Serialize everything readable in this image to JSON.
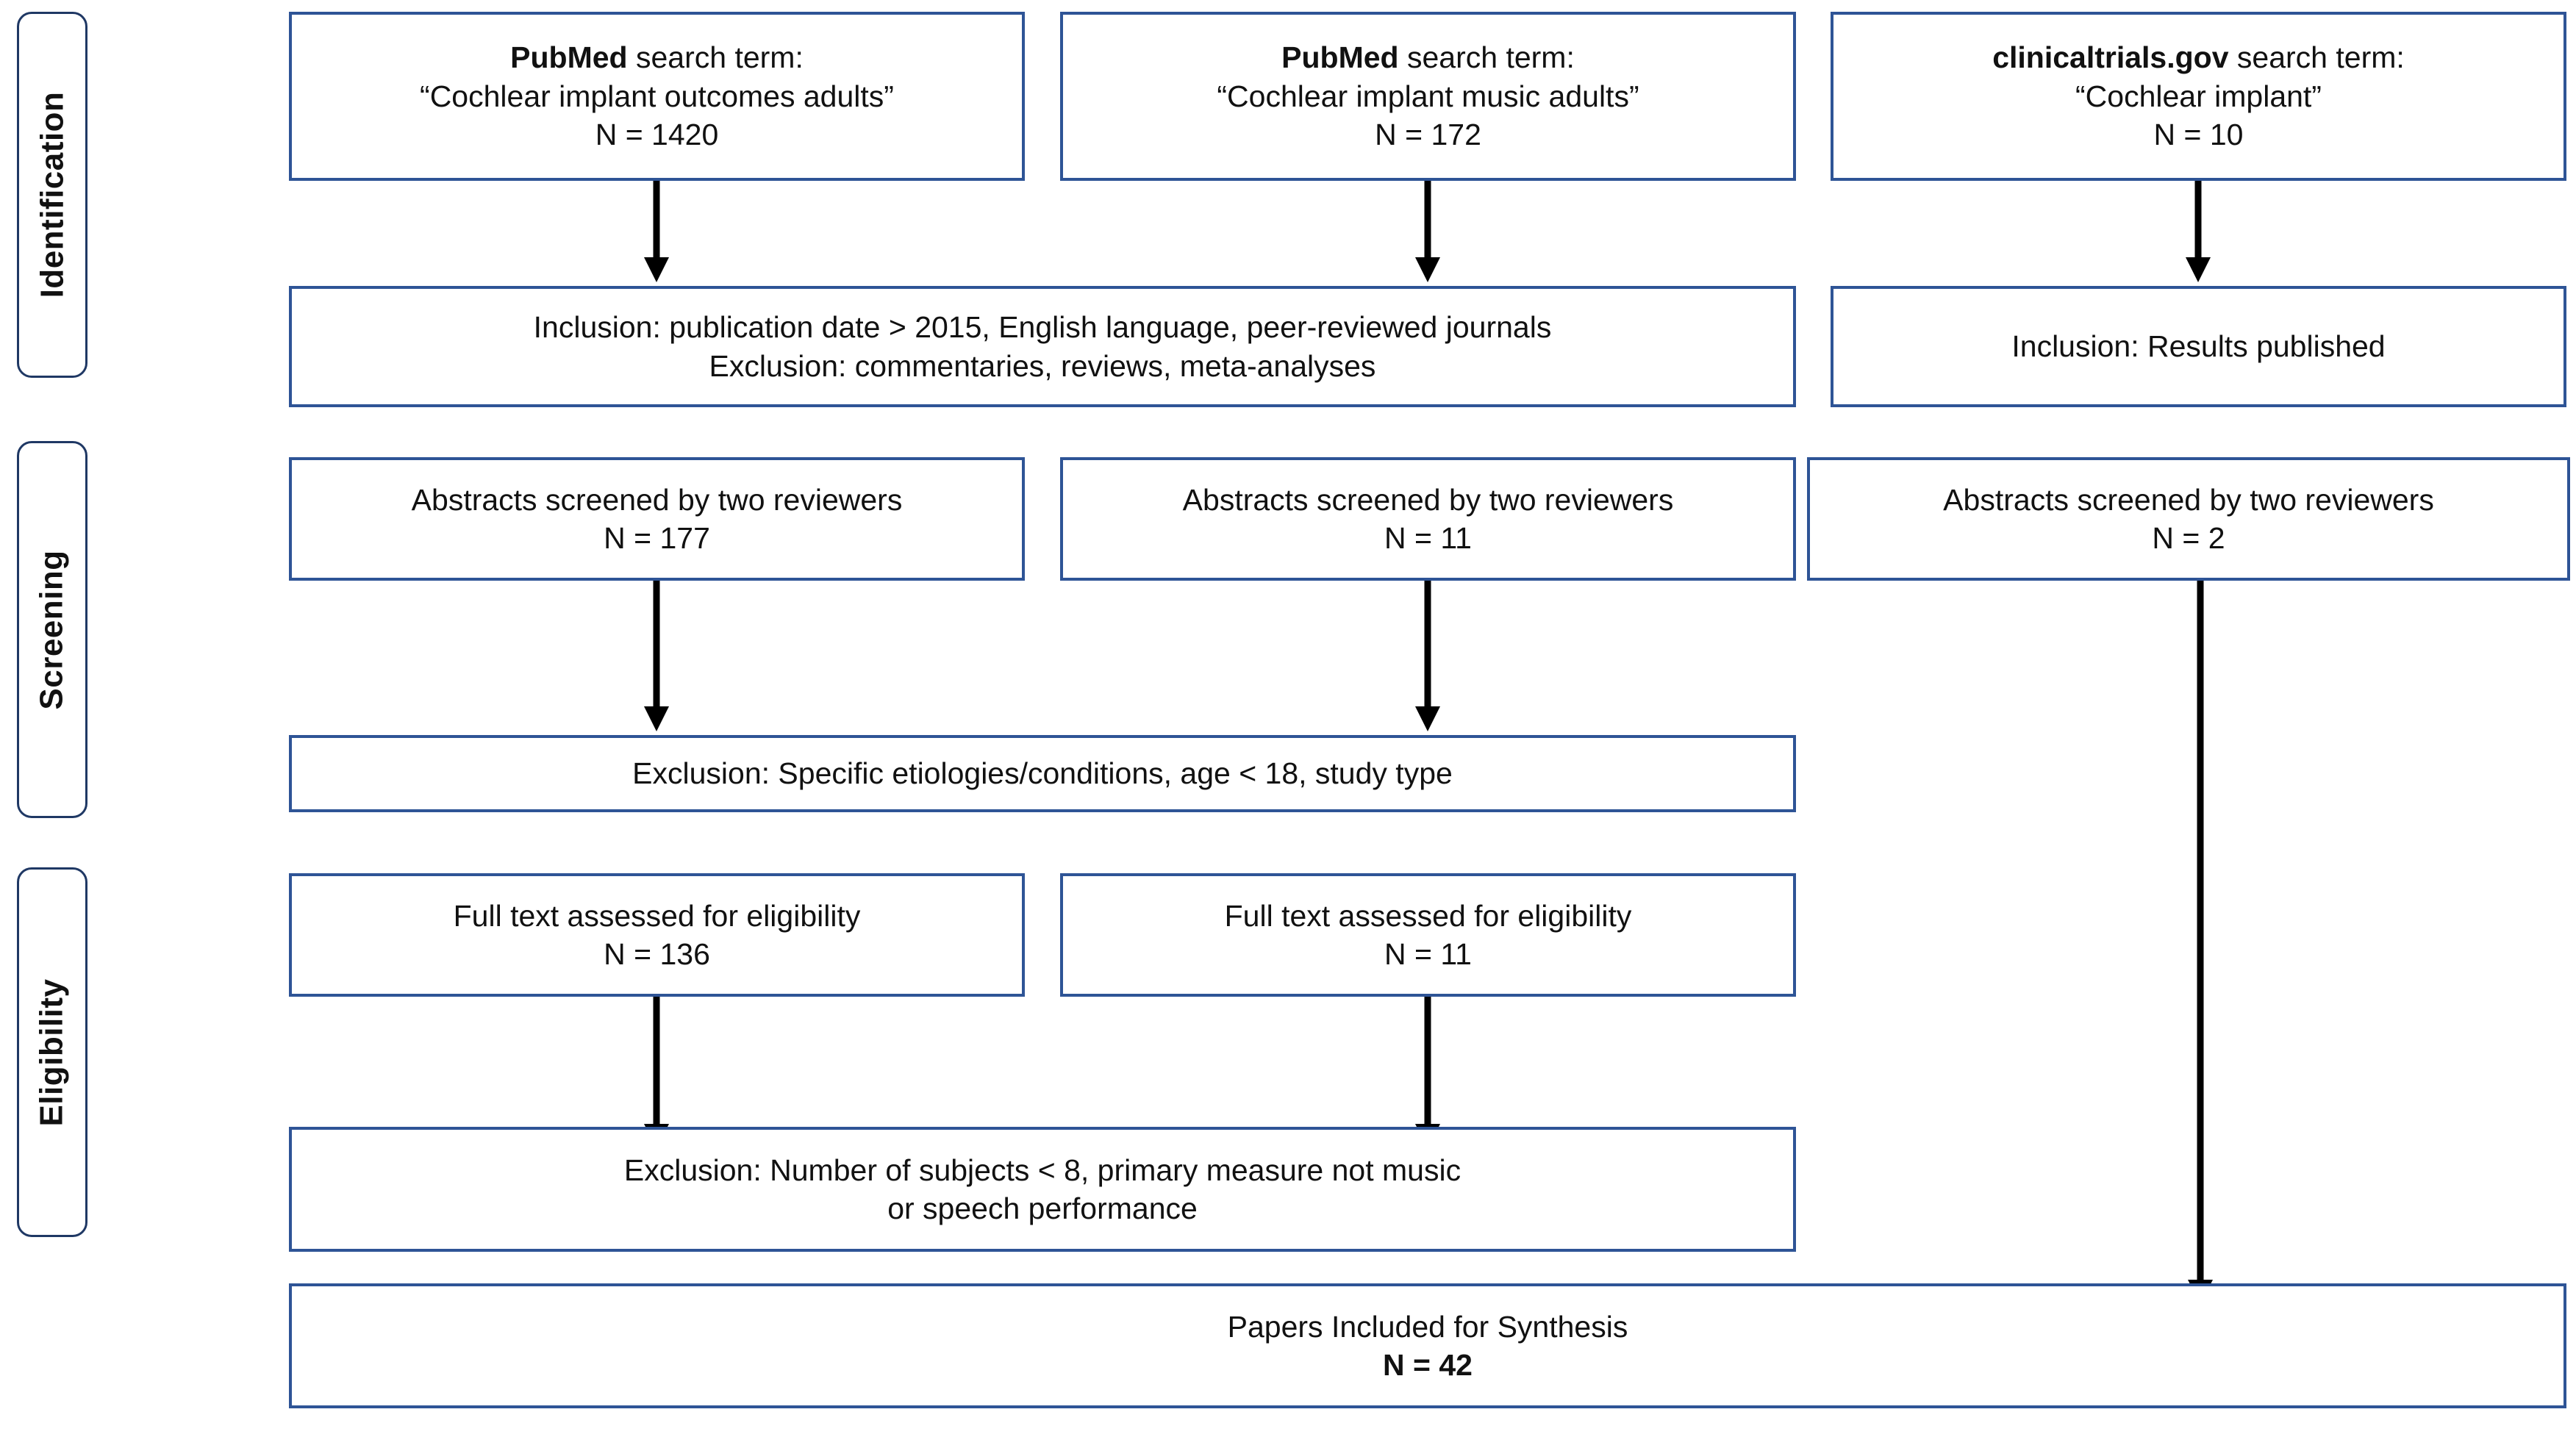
{
  "diagram": {
    "title": "PRISMA study selection flow diagram",
    "border_color": "#2E5496",
    "stage_border_color": "#1F3864",
    "arrow_color": "#000000"
  },
  "stages": [
    {
      "label": "Identification"
    },
    {
      "label": "Screening"
    },
    {
      "label": "Eligibility"
    }
  ],
  "sources": [
    {
      "source_name": "PubMed",
      "search_label": "search term:",
      "query": "“Cochlear implant outcomes adults”",
      "count": "N = 1420"
    },
    {
      "source_name": "PubMed",
      "search_label": "search term:",
      "query": "“Cochlear implant music adults”",
      "count": "N = 172"
    },
    {
      "source_name": "clinicaltrials.gov",
      "search_label": "search term:",
      "query": "“Cochlear implant”",
      "count": "N = 10"
    }
  ],
  "criteria": {
    "pubmed_inclusion": "Inclusion: publication date > 2015, English language, peer-reviewed journals",
    "pubmed_exclusion": "Exclusion: commentaries, reviews, meta-analyses",
    "trials_inclusion": "Inclusion: Results published"
  },
  "screening": {
    "abstracts_label": "Abstracts screened by two reviewers",
    "counts": [
      "N = 177",
      "N = 11",
      "N = 2"
    ],
    "exclusion": "Exclusion: Specific etiologies/conditions, age < 18, study type"
  },
  "eligibility": {
    "fulltext_label": "Full text assessed for eligibility",
    "counts": [
      "N = 136",
      "N = 11"
    ],
    "exclusion_line1": "Exclusion: Number of subjects < 8, primary measure not music",
    "exclusion_line2": "or speech performance"
  },
  "included": {
    "label": "Papers Included for Synthesis",
    "count": "N = 42"
  }
}
